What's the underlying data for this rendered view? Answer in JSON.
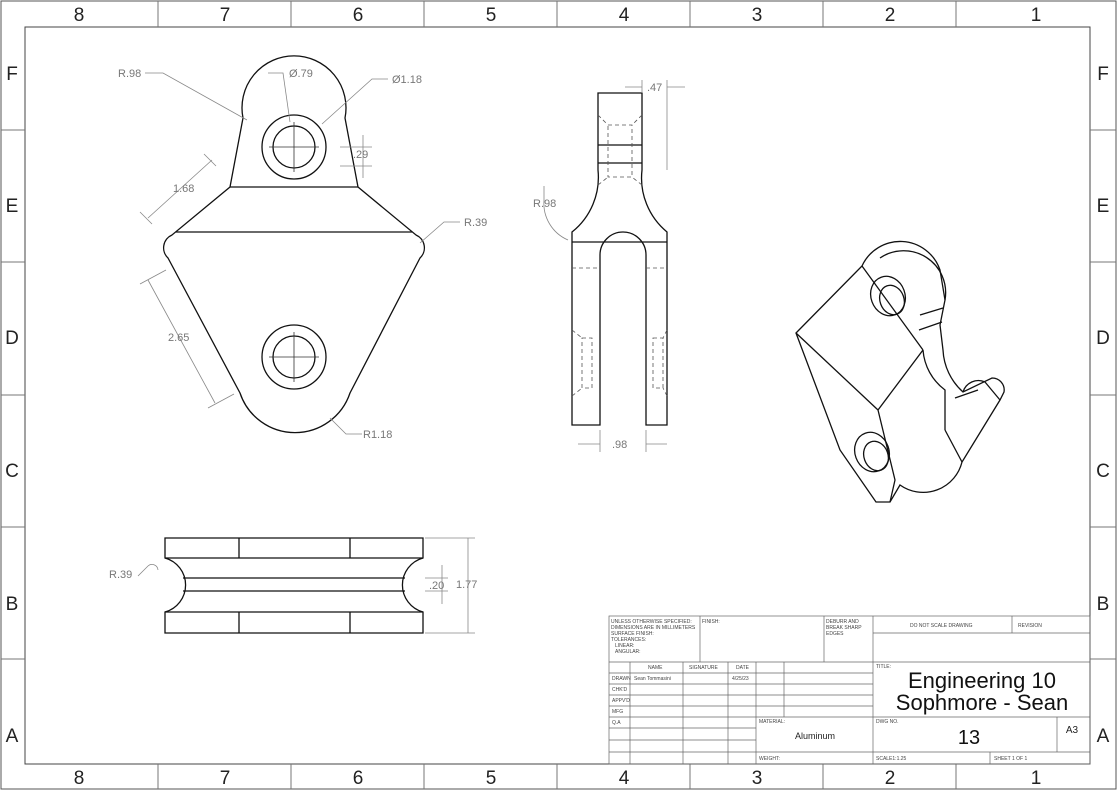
{
  "sheet": {
    "column_labels": [
      "8",
      "7",
      "6",
      "5",
      "4",
      "3",
      "2",
      "1"
    ],
    "row_labels": [
      "F",
      "E",
      "D",
      "C",
      "B",
      "A"
    ]
  },
  "dimensions": {
    "front": {
      "r_top": "R.98",
      "dia_inner": "Ø.79",
      "dia_outer": "Ø1.18",
      "boss_gap": ".29",
      "slant_upper": "1.68",
      "corner_right": "R.39",
      "slant_lower": "2.65",
      "r_bottom": "R1.18"
    },
    "side": {
      "top_width": ".47",
      "fillet": "R.98",
      "bottom_width": ".98"
    },
    "bottom": {
      "corner": "R.39",
      "gap": ".20",
      "height": "1.77"
    }
  },
  "title_block": {
    "notes": [
      "UNLESS OTHERWISE SPECIFIED:",
      "DIMENSIONS ARE IN MILLIMETERS",
      "SURFACE FINISH:",
      "TOLERANCES:",
      "LINEAR:",
      "ANGULAR:"
    ],
    "finish_label": "FINISH:",
    "deburr": [
      "DEBURR AND",
      "BREAK SHARP",
      "EDGES"
    ],
    "do_not_scale": "DO NOT SCALE DRAWING",
    "revision_label": "REVISION",
    "col_name": "NAME",
    "col_signature": "SIGNATURE",
    "col_date": "DATE",
    "row_labels": [
      "DRAWN",
      "CHK'D",
      "APPV'D",
      "MFG",
      "Q.A"
    ],
    "drawn_name": "Sean Tommasini",
    "drawn_date": "4/25/23",
    "title_label": "TITLE:",
    "title_line1": "Engineering 10",
    "title_line2": "Sophmore - Sean",
    "material_label": "MATERIAL:",
    "material_value": "Aluminum",
    "dwg_no_label": "DWG NO.",
    "dwg_no_value": "13",
    "size": "A3",
    "weight_label": "WEIGHT:",
    "scale": "SCALE1:1.25",
    "sheet": "SHEET 1 OF 1"
  }
}
